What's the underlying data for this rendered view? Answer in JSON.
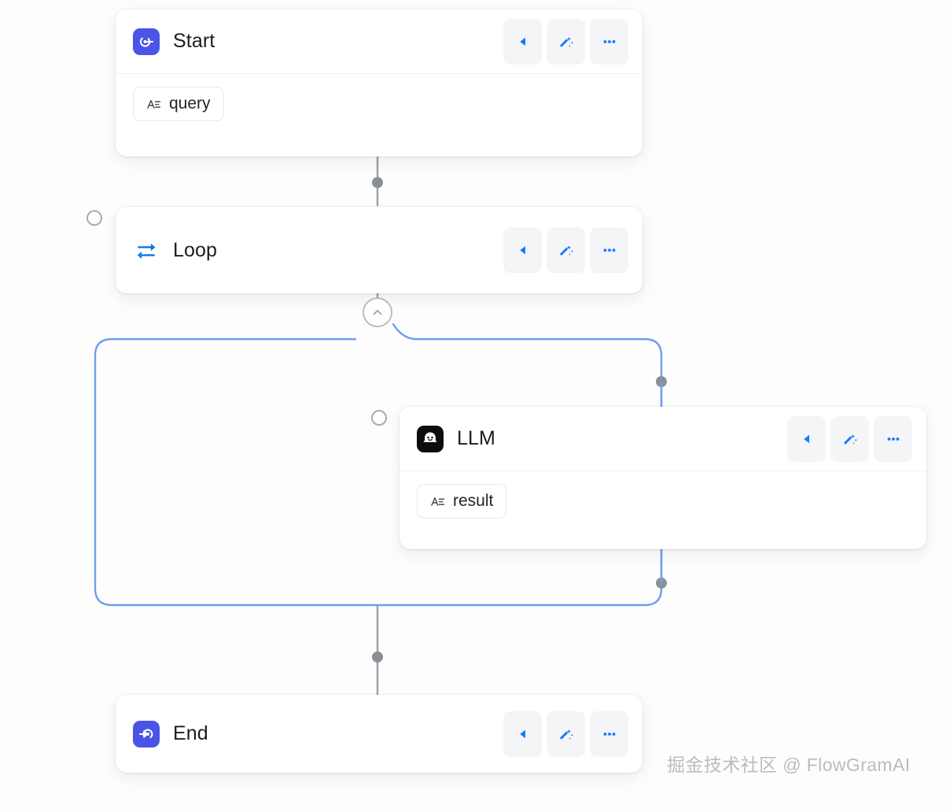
{
  "canvas": {
    "background": "#fdfdfd",
    "edge_color_gray": "#9aa0a6",
    "edge_color_blue": "#6f9ef0",
    "accent_blue": "#1677ff",
    "brand_purple": "#4a55e8"
  },
  "nodes": [
    {
      "id": "start",
      "title": "Start",
      "icon": "start-flag-icon",
      "icon_style": "purple",
      "outputs": [
        {
          "label": "query",
          "icon": "text-type-icon"
        }
      ],
      "actions": [
        {
          "name": "collapse-button",
          "icon": "caret-left-icon"
        },
        {
          "name": "magic-button",
          "icon": "magic-wand-icon"
        },
        {
          "name": "more-button",
          "icon": "ellipsis-icon"
        }
      ]
    },
    {
      "id": "loop",
      "title": "Loop",
      "icon": "loop-cycle-icon",
      "icon_style": "plain",
      "outputs": [],
      "actions": [
        {
          "name": "collapse-button",
          "icon": "caret-left-icon"
        },
        {
          "name": "magic-button",
          "icon": "magic-wand-icon"
        },
        {
          "name": "more-button",
          "icon": "ellipsis-icon"
        }
      ]
    },
    {
      "id": "llm",
      "title": "LLM",
      "icon": "llm-face-icon",
      "icon_style": "black",
      "outputs": [
        {
          "label": "result",
          "icon": "text-type-icon"
        }
      ],
      "actions": [
        {
          "name": "collapse-button",
          "icon": "caret-left-icon"
        },
        {
          "name": "magic-button",
          "icon": "magic-wand-icon"
        },
        {
          "name": "more-button",
          "icon": "ellipsis-icon"
        }
      ]
    },
    {
      "id": "end",
      "title": "End",
      "icon": "end-arrow-icon",
      "icon_style": "purple",
      "outputs": [],
      "actions": [
        {
          "name": "collapse-button",
          "icon": "caret-left-icon"
        },
        {
          "name": "magic-button",
          "icon": "magic-wand-icon"
        },
        {
          "name": "more-button",
          "icon": "ellipsis-icon"
        }
      ]
    }
  ],
  "loop_container": {
    "collapse_toggle_icon": "chevron-up-icon"
  },
  "watermark": {
    "text": "掘金技术社区 @ FlowGramAI"
  }
}
